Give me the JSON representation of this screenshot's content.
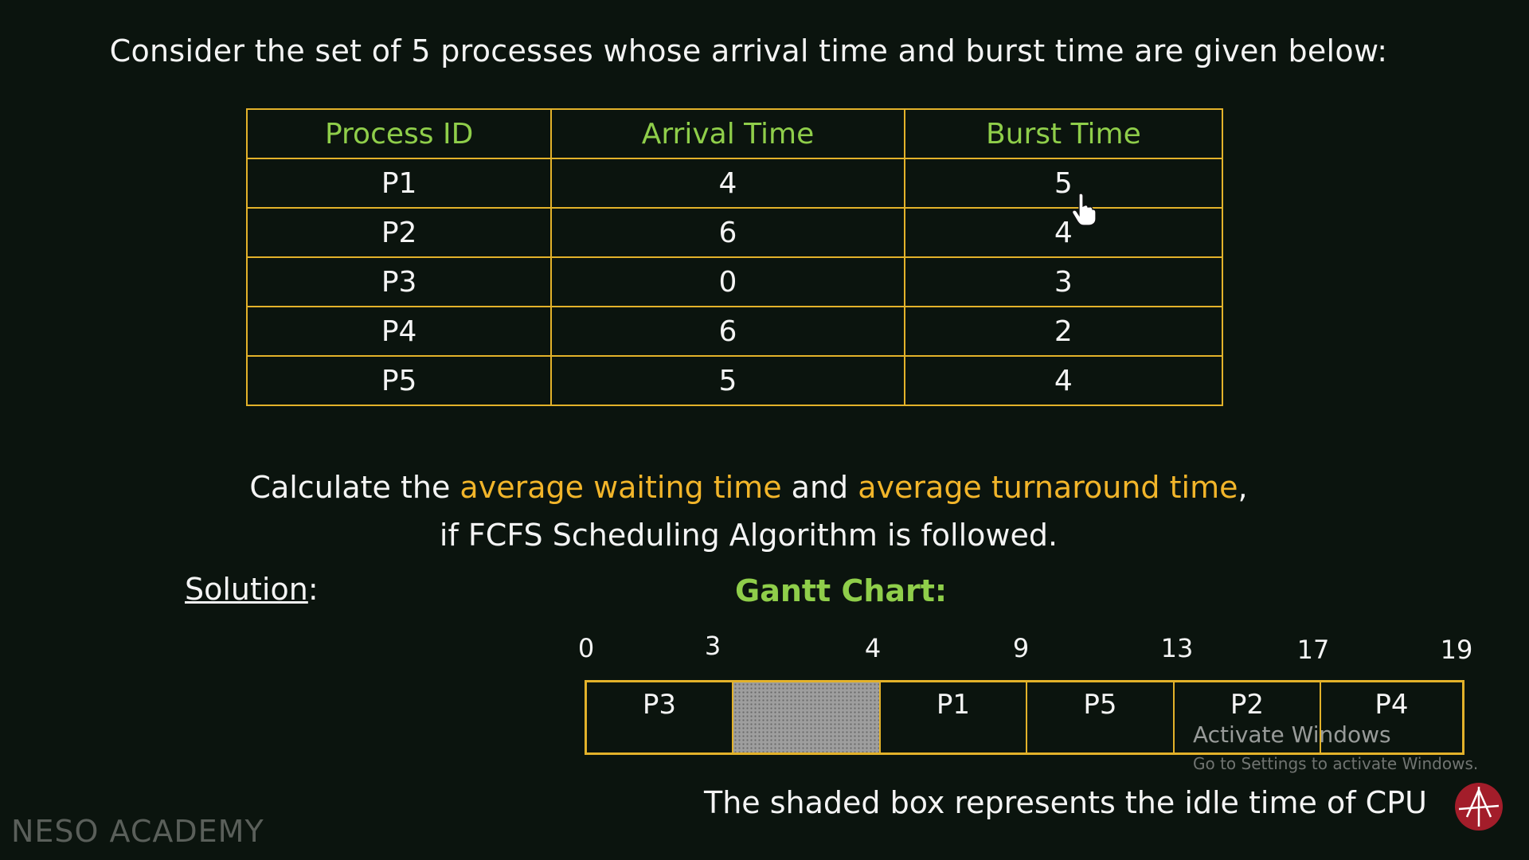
{
  "intro_text": "Consider the set of 5 processes whose arrival time and burst time are given below:",
  "table": {
    "headers": [
      "Process ID",
      "Arrival Time",
      "Burst Time"
    ],
    "rows": [
      [
        "P1",
        "4",
        "5"
      ],
      [
        "P2",
        "6",
        "4"
      ],
      [
        "P3",
        "0",
        "3"
      ],
      [
        "P4",
        "6",
        "2"
      ],
      [
        "P5",
        "5",
        "4"
      ]
    ]
  },
  "question": {
    "part1": "Calculate the ",
    "highlight1": "average waiting time",
    "part2": " and ",
    "highlight2": "average turnaround time",
    "part3": ",",
    "line2": "if FCFS Scheduling Algorithm is followed."
  },
  "solution": {
    "label": "Solution",
    "colon": ":"
  },
  "gantt": {
    "title": "Gantt Chart:",
    "ticks": [
      "0",
      "3",
      "4",
      "9",
      "13",
      "17",
      "19"
    ],
    "cells": [
      {
        "label": "P3",
        "idle": false
      },
      {
        "label": "",
        "idle": true
      },
      {
        "label": "P1",
        "idle": false
      },
      {
        "label": "P5",
        "idle": false
      },
      {
        "label": "P2",
        "idle": false
      },
      {
        "label": "P4",
        "idle": false
      }
    ],
    "caption": "The shaded box represents the idle time of CPU"
  },
  "watermark": {
    "line1": "Activate Windows",
    "line2": "Go to Settings to activate Windows."
  },
  "brand": "NESO ACADEMY",
  "colors": {
    "background": "#0b140e",
    "border": "#e3b22a",
    "header_text": "#8fce4a",
    "highlight": "#f2b52a",
    "idle_fill": "#9e9e9e",
    "logo": "#a31d2a"
  }
}
